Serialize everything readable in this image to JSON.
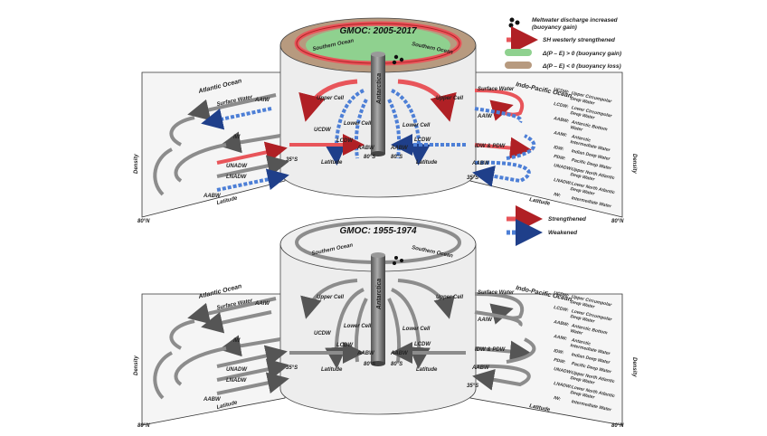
{
  "colors": {
    "strengthened": "#e8555a",
    "weakened": "#4d7fd6",
    "buoyancy_gain": "#8fd18f",
    "buoyancy_loss": "#b79a7f",
    "neutral_arrow": "#8c8c8c",
    "panel_bg": "#f3f3f3"
  },
  "legend_top": {
    "meltwater": "Meltwater discharge increased",
    "meltwater_sub": "(buoyancy gain)",
    "sh_westerly": "SH westerly strengthened",
    "pe_gain": "Δ(P – E) > 0 (buoyancy gain)",
    "pe_loss": "Δ(P – E) < 0 (buoyancy loss)"
  },
  "legend_mid": {
    "strengthened": "Strengthened",
    "weakened": "Weakened"
  },
  "panels": [
    {
      "title": "GMOC: 2005-2017",
      "atlantic": "Atlantic Ocean",
      "indo_pacific": "Indo-Pacific Ocean",
      "southern_ocean_left": "Southern Ocean",
      "southern_ocean_right": "Southern Ocean",
      "antarctica": "Antarctica",
      "density": "Density",
      "latitude": "Latitude",
      "lat_35_left": "35°S",
      "lat_35_right": "35°S",
      "lat_80_left": "80°S",
      "lat_80_right": "80°S",
      "lat_80n_left": "80°N",
      "lat_80n_right": "80°N",
      "atl_labels": [
        "Surface Water",
        "AAIW",
        "IW",
        "UNADW",
        "LNADW",
        "AABW"
      ],
      "inner_labels": [
        "Upper Cell",
        "UCDW",
        "Lower Cell",
        "LCDW",
        "AABW",
        "AABW",
        "Lower Cell",
        "LCDW",
        "Upper Cell"
      ],
      "pac_labels": [
        "Surface Water",
        "AAIW",
        "IDW & PDW",
        "AABW"
      ],
      "glossary": [
        [
          "UCDW:",
          "Upper Circumpolar",
          "Deep Water"
        ],
        [
          "LCDW:",
          "Lower Circumpolar",
          "Deep Water"
        ],
        [
          "AABW:",
          "Antarctic Bottom",
          "Water"
        ],
        [
          "AAIW:",
          "Antarctic",
          "Intermediate Water"
        ],
        [
          "IDW:",
          "Indian Deep Water"
        ],
        [
          "PDW:",
          "Pacific Deep Water"
        ],
        [
          "UNADW:",
          "Upper North Atlantic",
          "Deep Water"
        ],
        [
          "LNADW:",
          "Lower North Atlantic",
          "Deep Water"
        ],
        [
          "IW:",
          "Intermediate Water"
        ]
      ]
    },
    {
      "title": "GMOC: 1955-1974",
      "atlantic": "Atlantic Ocean",
      "indo_pacific": "Indo-Pacific Ocean",
      "southern_ocean_left": "Southern Ocean",
      "southern_ocean_right": "Southern Ocean",
      "antarctica": "Antarctica",
      "density": "Density",
      "latitude": "Latitude",
      "lat_35_left": "35°S",
      "lat_35_right": "35°S",
      "lat_80_left": "80°S",
      "lat_80_right": "80°S",
      "lat_80n_left": "80°N",
      "lat_80n_right": "80°N",
      "atl_labels": [
        "Surface Water",
        "AAIW",
        "IW",
        "UNADW",
        "LNADW",
        "AABW"
      ],
      "inner_labels": [
        "Upper Cell",
        "UCDW",
        "Lower Cell",
        "LCDW",
        "AABW",
        "AABW",
        "Lower Cell",
        "LCDW",
        "Upper Cell"
      ],
      "pac_labels": [
        "Surface Water",
        "AAIW",
        "IDW & PDW",
        "AABW"
      ],
      "glossary": [
        [
          "UCDW:",
          "Upper Circumpolar",
          "Deep Water"
        ],
        [
          "LCDW:",
          "Lower Circumpolar",
          "Deep Water"
        ],
        [
          "AABW:",
          "Antarctic Bottom",
          "Water"
        ],
        [
          "AAIW:",
          "Antarctic",
          "Intermediate Water"
        ],
        [
          "IDW:",
          "Indian Deep Water"
        ],
        [
          "PDW:",
          "Pacific Deep Water"
        ],
        [
          "UNADW:",
          "Upper North Atlantic",
          "Deep Water"
        ],
        [
          "LNADW:",
          "Lower North Atlantic",
          "Deep Water"
        ],
        [
          "IW:",
          "Intermediate Water"
        ]
      ]
    }
  ]
}
